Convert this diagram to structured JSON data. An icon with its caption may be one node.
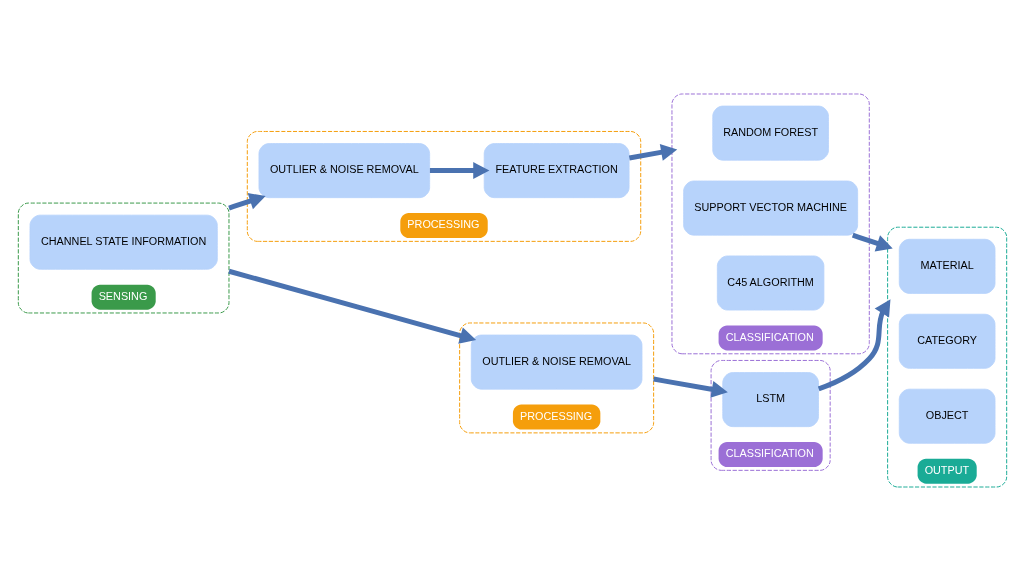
{
  "diagram": {
    "nodes": [
      {
        "text": [
          "SENSING"
        ]
      },
      {
        "text": [
          "CHANNEL STATE INFORMATION"
        ],
        "in": 0
      },
      {
        "text": [
          "PROCESSING"
        ]
      },
      {
        "text": [
          "OUTLIER & NOISE REMOVAL"
        ],
        "in": 2
      },
      {
        "text": [
          "FEATURE EXTRACTION"
        ],
        "in": 2
      },
      {
        "text": [
          "PROCESSING"
        ]
      },
      {
        "text": [
          "OUTLIER & NOISE REMOVAL"
        ],
        "in": 5
      },
      {
        "text": [
          "CLASSIFICATION"
        ]
      },
      {
        "text": [
          "RANDOM FOREST"
        ],
        "in": 7
      },
      {
        "text": [
          "SUPPORT VECTOR MACHINE"
        ],
        "in": 7
      },
      {
        "text": [
          "C45 ALGORITHM"
        ],
        "in": 7
      },
      {
        "text": [
          "CLASSIFICATION"
        ]
      },
      {
        "text": [
          "LSTM"
        ],
        "in": 11
      },
      {
        "text": [
          "OUTPUT"
        ]
      },
      {
        "text": [
          "MATERIAL"
        ],
        "in": 13
      },
      {
        "text": [
          "CATEGORY"
        ],
        "in": 13
      },
      {
        "text": [
          "OBJECT"
        ],
        "in": 13
      }
    ],
    "edges": [
      {
        "from": 0,
        "to": 3,
        "arrow": "to"
      },
      {
        "from": 0,
        "to": 6,
        "arrow": "to"
      },
      {
        "from": 3,
        "to": 4,
        "arrow": "to"
      },
      {
        "from": 4,
        "to": 7,
        "arrow": "to"
      },
      {
        "from": 9,
        "to": 13,
        "arrow": "to"
      },
      {
        "from": 5,
        "to": 12,
        "arrow": "to"
      },
      {
        "from": 12,
        "to": 13,
        "arrow": "to"
      }
    ]
  }
}
